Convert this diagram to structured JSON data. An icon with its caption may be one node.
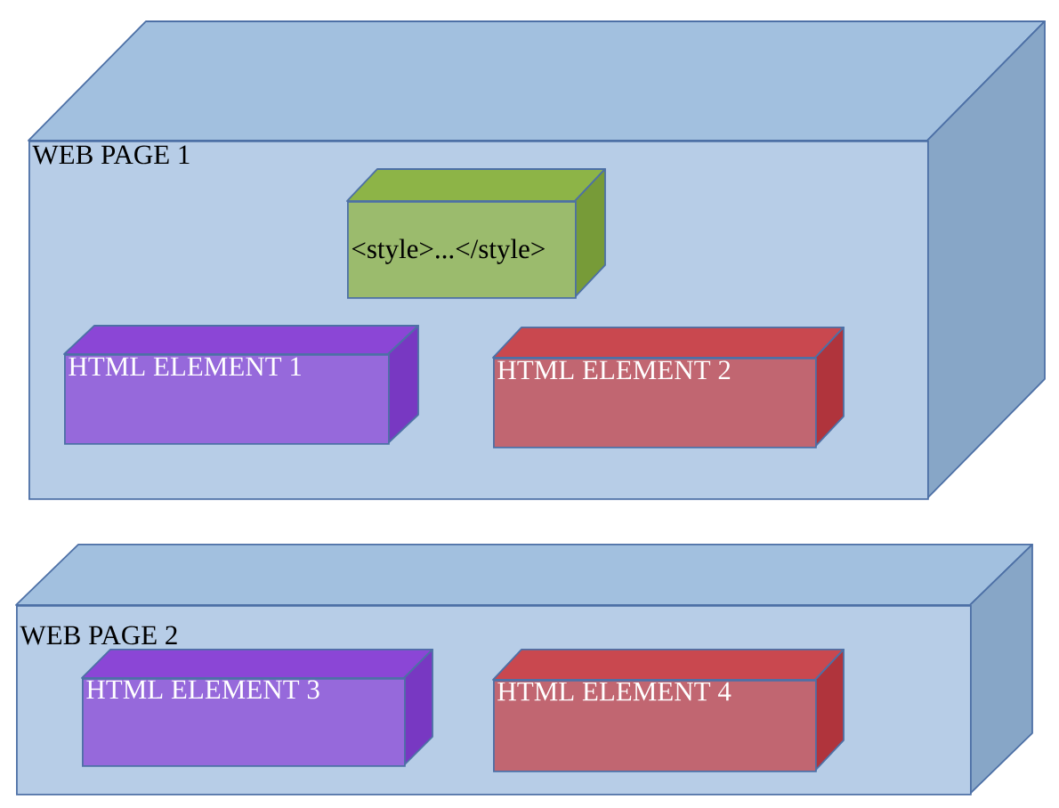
{
  "diagram": {
    "nodes": [
      {
        "text": [
          "WEB PAGE 1"
        ]
      },
      {
        "text": [
          "<style>...</style>"
        ],
        "in": 0
      },
      {
        "text": [
          "HTML ELEMENT 1"
        ],
        "in": 0
      },
      {
        "text": [
          "HTML ELEMENT 2"
        ],
        "in": 0
      },
      {
        "text": [
          "WEB PAGE 2"
        ]
      },
      {
        "text": [
          "HTML ELEMENT 3"
        ],
        "in": 4
      },
      {
        "text": [
          "HTML ELEMENT 4"
        ],
        "in": 4
      }
    ]
  }
}
